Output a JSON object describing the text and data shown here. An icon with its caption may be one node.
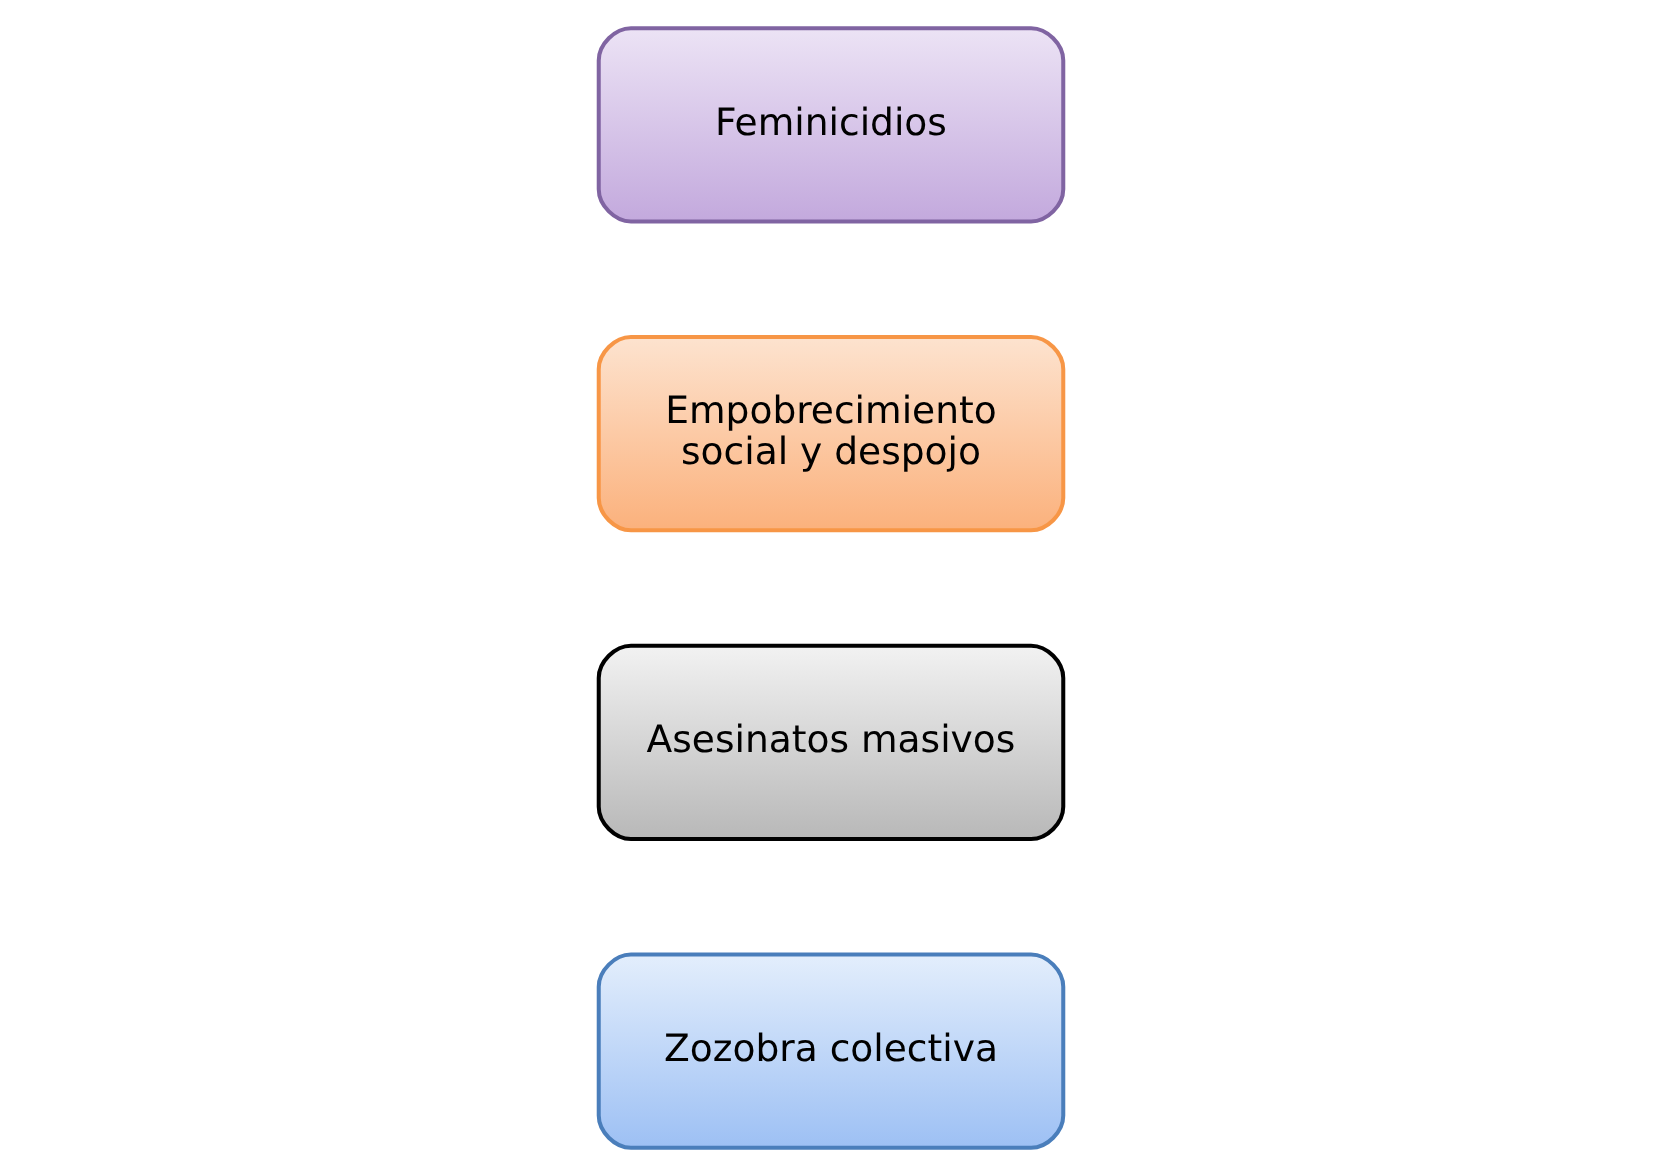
{
  "diagram": {
    "nodes": [
      {
        "text": [
          "Zozobra colectiva"
        ]
      },
      {
        "text": [
          "Asesinatos masivos"
        ]
      },
      {
        "text": [
          "Empobrecimiento social y despojo"
        ]
      },
      {
        "text": [
          "Feminicidios"
        ]
      }
    ]
  }
}
